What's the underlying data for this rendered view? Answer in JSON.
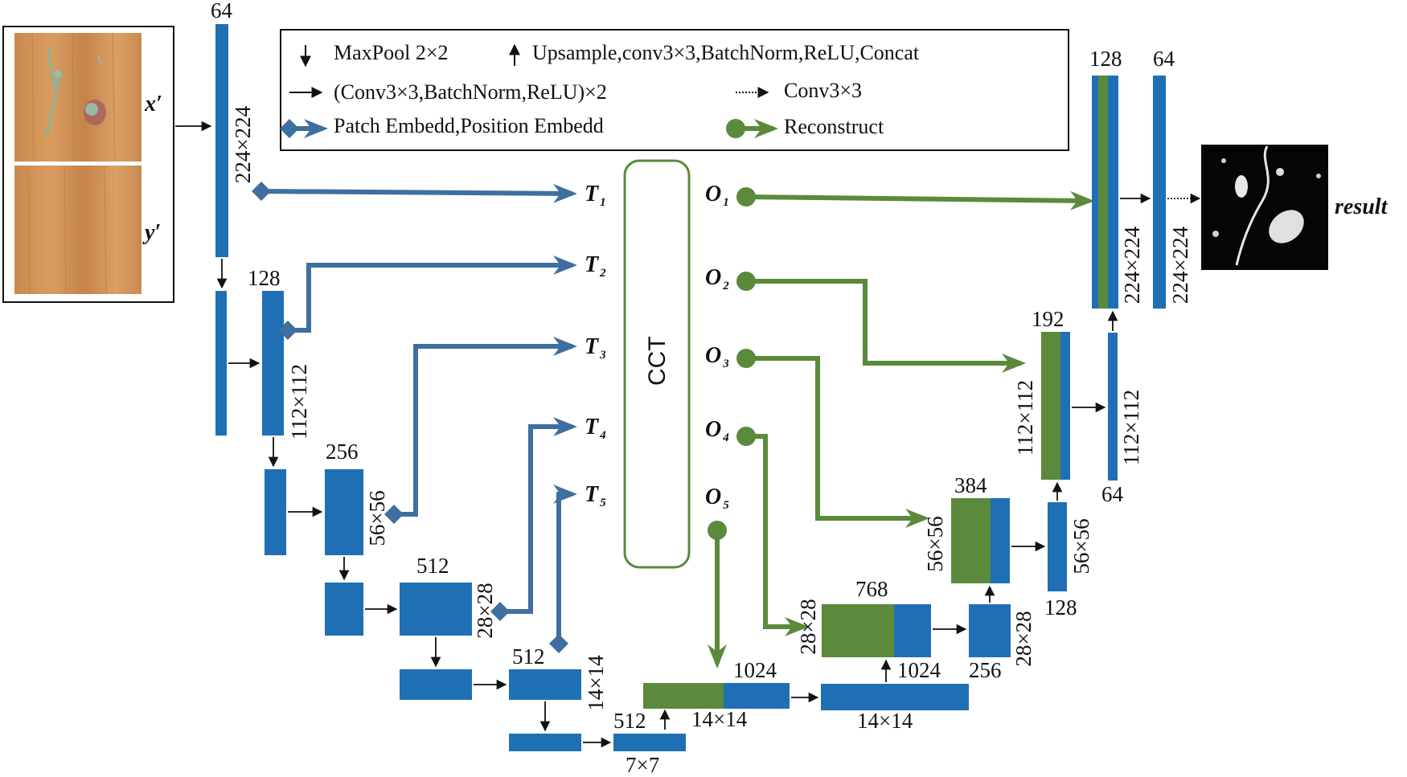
{
  "colors": {
    "blue": "#1f6fb5",
    "green": "#5b8a3c",
    "encoder_arrow": "#3f6f9e",
    "decoder_arrow": "#5b8a3c"
  },
  "legend": {
    "maxpool": "MaxPool 2×2",
    "upsample": "Upsample,conv3×3,BatchNorm,ReLU,Concat",
    "conv_block": "(Conv3×3,BatchNorm,ReLU)×2",
    "conv3": "Conv3×3",
    "patch": "Patch Embedd,Position Embedd",
    "reconstruct": "Reconstruct"
  },
  "inputs": {
    "x": "x′",
    "y": "y′"
  },
  "cct": "CCT",
  "tokens": {
    "T": [
      "T",
      "T",
      "T",
      "T",
      "T"
    ],
    "O": [
      "O",
      "O",
      "O",
      "O",
      "O"
    ],
    "subs": [
      "1",
      "2",
      "3",
      "4",
      "5"
    ]
  },
  "output": "result",
  "labels": {
    "enc1_ch": "64",
    "enc1_size": "224×224",
    "enc2_ch": "128",
    "enc2_size": "112×112",
    "enc3_ch": "256",
    "enc3_size": "56×56",
    "enc4_ch": "512",
    "enc4_size": "28×28",
    "enc5_ch": "512",
    "enc5_size": "14×14",
    "bottom_ch": "512",
    "bottom_size": "7×7",
    "bneck_ch": "1024",
    "bneck_size": "14×14",
    "bneck2_ch": "1024",
    "bneck2_size": "14×14",
    "d4_ch": "768",
    "d4_size": "28×28",
    "d4_out_ch": "256",
    "d4_out_size": "28×28",
    "d3_ch": "384",
    "d3_size": "56×56",
    "d3_out_ch": "128",
    "d3_out_size": "56×56",
    "d2_ch": "192",
    "d2_size": "112×112",
    "d2_out_ch": "64",
    "d2_out_size": "112×112",
    "d1_ch": "128",
    "d1_size": "224×224",
    "d1_out_ch": "64",
    "d1_out_size": "224×224"
  }
}
